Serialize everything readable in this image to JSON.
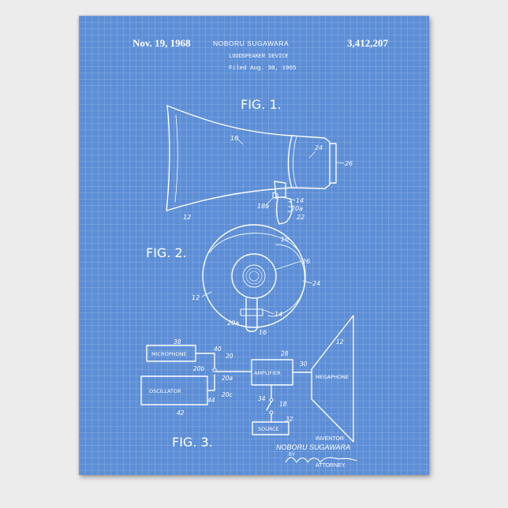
{
  "header": {
    "date": "Nov. 19, 1968",
    "inventor_name": "NOBORU SUGAWARA",
    "patent_number": "3,412,207",
    "title": "LOUDSPEAKER DEVICE",
    "filed": "Filed Aug. 30, 1965"
  },
  "figures": {
    "fig1": {
      "label": "FIG. 1."
    },
    "fig2": {
      "label": "FIG. 2."
    },
    "fig3": {
      "label": "FIG. 3."
    }
  },
  "callouts": {
    "c10": "10",
    "c24a": "24",
    "c26a": "26",
    "c14a": "14",
    "c18a": "18a",
    "c20a1": "20a",
    "c22": "22",
    "c12a": "12",
    "c16a": "16",
    "c26b": "26",
    "c24b": "24",
    "c12b": "12",
    "c14b": "14",
    "c20a2": "20a",
    "c16b": "16",
    "c38": "38",
    "c40": "40",
    "c20": "20",
    "c20b": "20b",
    "c20a3": "20a",
    "c20c": "20c",
    "c44": "44",
    "c42": "42",
    "c28": "28",
    "c30": "30",
    "c12c": "12",
    "c34": "34",
    "c18": "18",
    "c32": "32"
  },
  "blocks": {
    "microphone": "MICROPHONE",
    "oscillator": "OSCILLATOR",
    "amplifier": "AMPLIFIER",
    "megaphone": "MEGAPHONE",
    "source": "SOURCE"
  },
  "signature": {
    "inventor_label": "INVENTOR",
    "inventor_name": "NOBORU SUGAWARA",
    "by": "BY",
    "attorney": "ATTORNEY."
  },
  "colors": {
    "blueprint": "#5d8ed6",
    "ink": "#ffffff",
    "wall": "#ececec"
  }
}
